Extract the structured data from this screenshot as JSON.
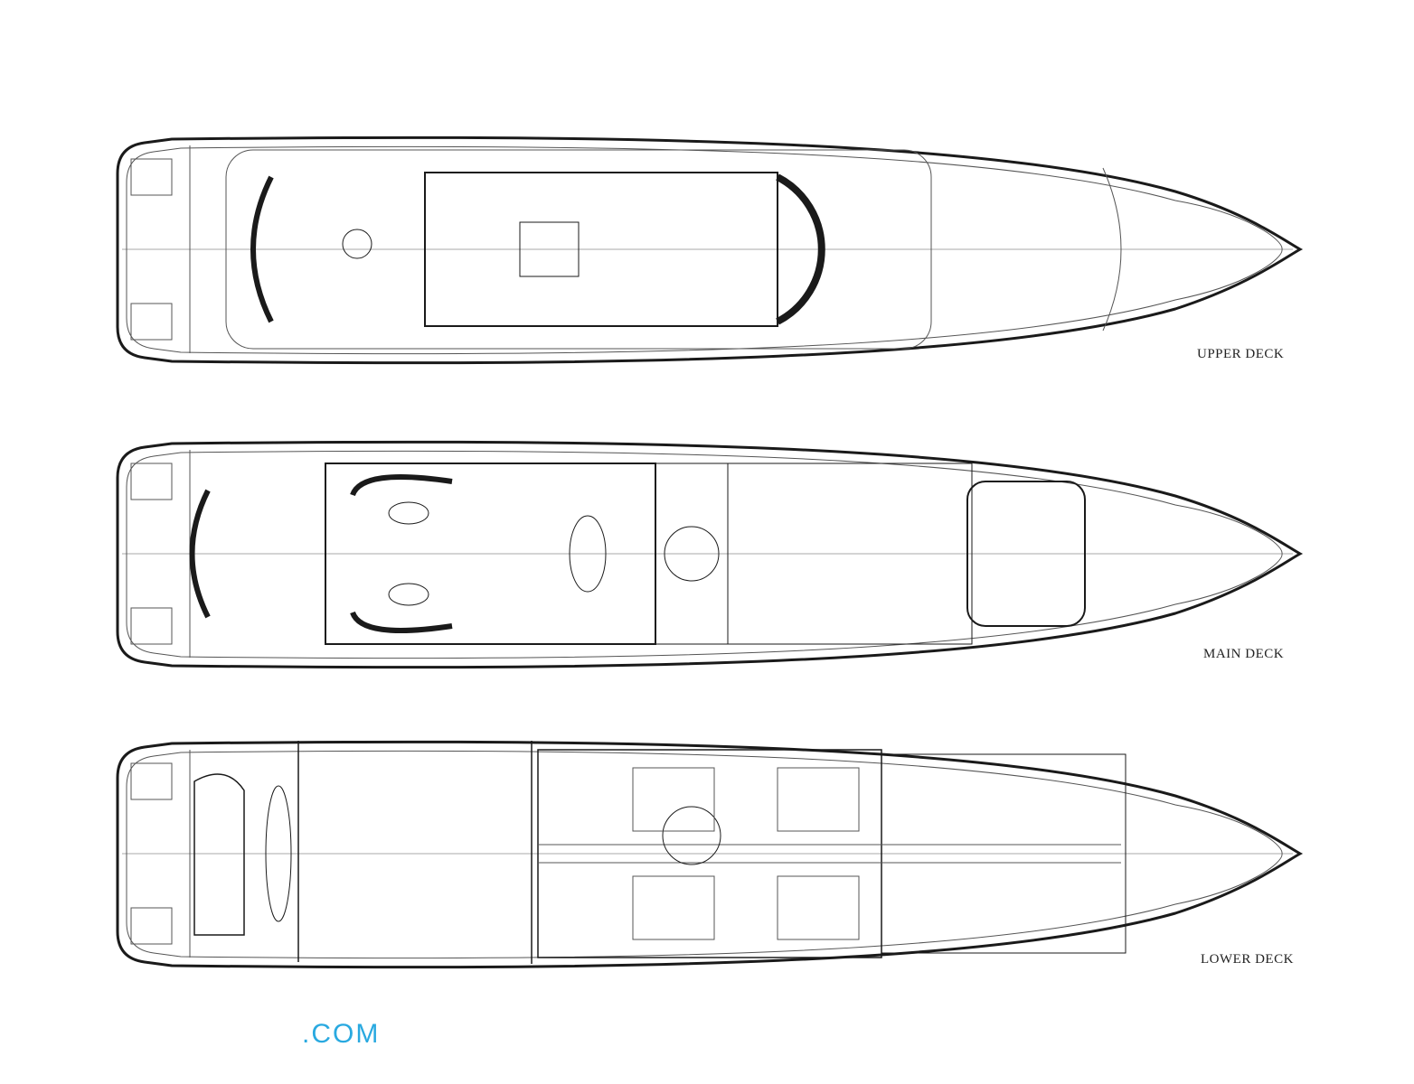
{
  "decks": [
    {
      "id": "upper",
      "label": "UPPER DECK"
    },
    {
      "id": "main",
      "label": "MAIN DECK"
    },
    {
      "id": "lower",
      "label": "LOWER DECK"
    }
  ],
  "brand": {
    "text": ".COM",
    "color": "#29a9e0"
  },
  "colors": {
    "line": "#1a1a1a",
    "detail": "#555555"
  }
}
